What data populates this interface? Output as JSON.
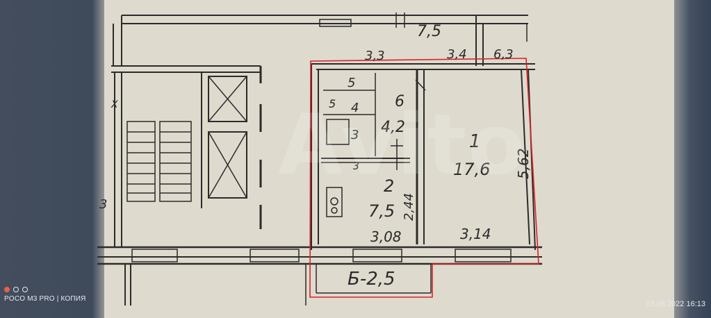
{
  "watermark": "Avito",
  "photo_overlay": {
    "device": "POCO M3 PRO | КОПИЯ",
    "timestamp": "03.08.2022 16:13"
  },
  "colors": {
    "ink": "#2b2b2b",
    "paper": "#e1ddd1",
    "highlight": "#d8232a",
    "camera_dot": "#e8604c"
  },
  "plan": {
    "corridor_length": "7,5",
    "dims_top": [
      "3,3",
      "3,4",
      "6,3"
    ],
    "rooms": [
      {
        "id": "1",
        "area": "17,6"
      },
      {
        "id": "2",
        "area": "7,5"
      },
      {
        "id": "3",
        "area": ""
      },
      {
        "id": "4",
        "area": ""
      },
      {
        "id": "5",
        "area": ""
      },
      {
        "id": "6",
        "area": "4,2"
      }
    ],
    "dim_room1_height": "5,62",
    "dim_room2_height": "2,44",
    "dim_room2_width": "3,08",
    "dim_room1_width": "3,14",
    "balcony": "Б-2,5",
    "mark_4": "4",
    "mark_3": "3",
    "mark_5": "5",
    "mark_x": "Х",
    "mark_stair": "3"
  }
}
